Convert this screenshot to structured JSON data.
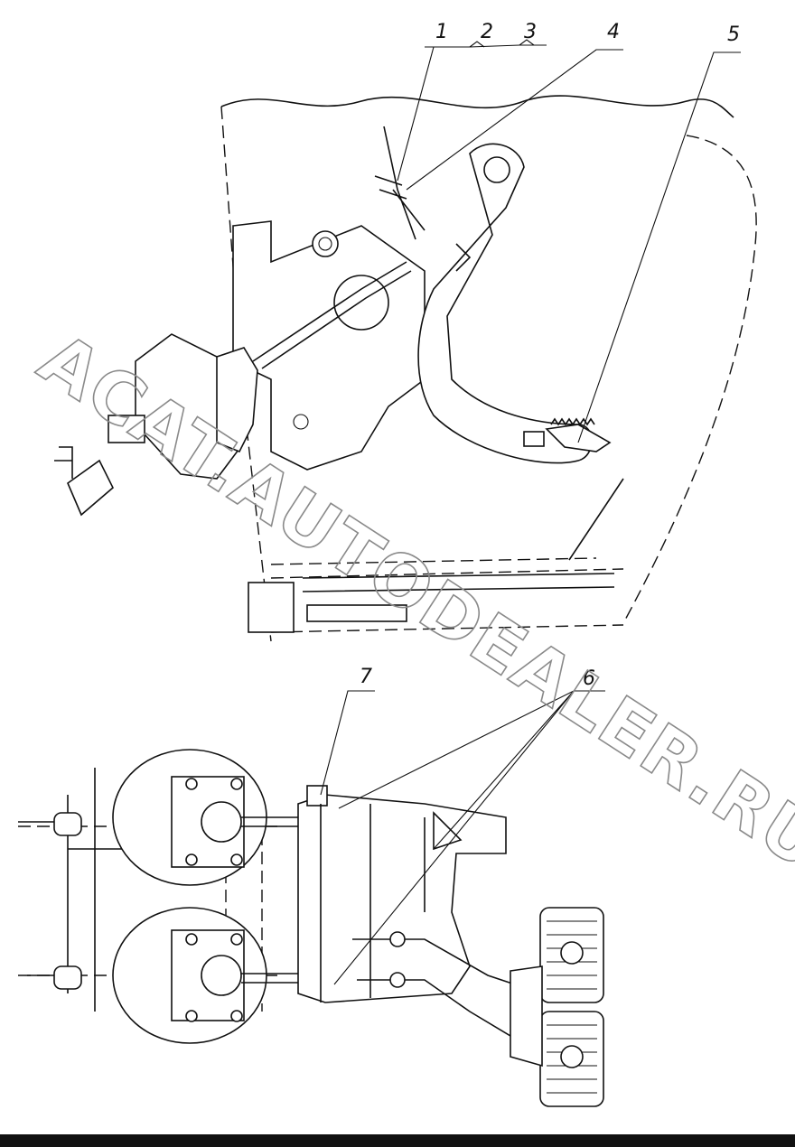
{
  "callouts": {
    "c1": "1",
    "c2": "2",
    "c3": "3",
    "c4": "4",
    "c5": "5",
    "c6": "6",
    "c7": "7"
  },
  "watermark": "ACAT.AUTODEALER.RU",
  "colors": {
    "line": "#111111",
    "watermark_outline": "#8a8a8a",
    "background": "#ffffff",
    "bottom_bar": "#111111"
  }
}
